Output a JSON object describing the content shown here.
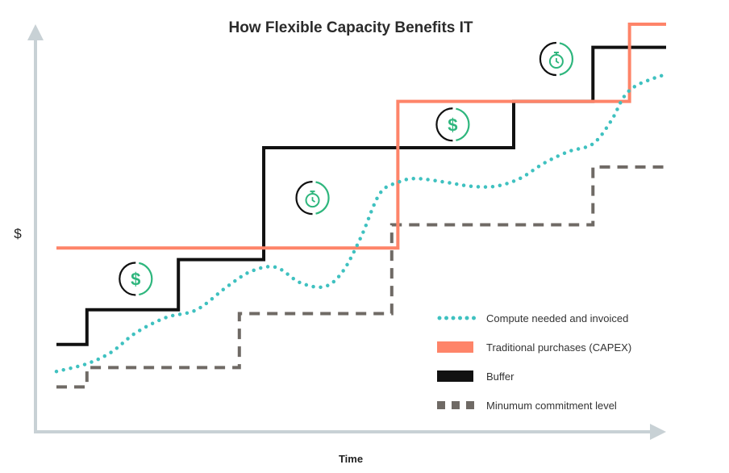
{
  "chart_data": {
    "type": "line",
    "title": "How Flexible Capacity Benefits IT",
    "xlabel": "Time",
    "ylabel": "$",
    "xlim": [
      0,
      100
    ],
    "ylim": [
      0,
      100
    ],
    "grid": false,
    "legend_placement": "bottom-right",
    "tick_labels": "none",
    "series": [
      {
        "name": "Compute needed and invoiced",
        "style": "dotted",
        "color": "#3fc1c0",
        "points": [
          [
            0,
            10
          ],
          [
            5,
            12
          ],
          [
            9,
            15
          ],
          [
            13,
            20
          ],
          [
            18,
            24
          ],
          [
            23,
            26
          ],
          [
            28,
            32
          ],
          [
            32,
            36
          ],
          [
            36,
            37
          ],
          [
            40,
            33
          ],
          [
            44,
            32
          ],
          [
            47,
            36
          ],
          [
            50,
            45
          ],
          [
            53,
            56
          ],
          [
            56,
            59
          ],
          [
            59,
            60
          ],
          [
            64,
            59
          ],
          [
            68,
            58
          ],
          [
            72,
            58
          ],
          [
            76,
            60
          ],
          [
            80,
            64
          ],
          [
            84,
            67
          ],
          [
            88,
            69
          ],
          [
            91,
            75
          ],
          [
            93,
            81
          ],
          [
            95,
            84
          ],
          [
            98,
            86
          ],
          [
            100,
            87
          ]
        ]
      },
      {
        "name": "Traditional purchases (CAPEX)",
        "style": "step",
        "color": "#fe8469",
        "points": [
          [
            0,
            42
          ],
          [
            56,
            42
          ],
          [
            56,
            80
          ],
          [
            94,
            80
          ],
          [
            94,
            100
          ],
          [
            100,
            100
          ]
        ]
      },
      {
        "name": "Buffer",
        "style": "step",
        "color": "#111111",
        "points": [
          [
            0,
            17
          ],
          [
            5,
            17
          ],
          [
            5,
            26
          ],
          [
            20,
            26
          ],
          [
            20,
            39
          ],
          [
            34,
            39
          ],
          [
            34,
            68
          ],
          [
            75,
            68
          ],
          [
            75,
            80
          ],
          [
            88,
            80
          ],
          [
            88,
            94
          ],
          [
            100,
            94
          ]
        ]
      },
      {
        "name": "Minumum commitment level",
        "style": "dashed-step",
        "color": "#6f6a65",
        "points": [
          [
            0,
            6
          ],
          [
            5,
            6
          ],
          [
            5,
            11
          ],
          [
            30,
            11
          ],
          [
            30,
            25
          ],
          [
            55,
            25
          ],
          [
            55,
            48
          ],
          [
            88,
            48
          ],
          [
            88,
            63
          ],
          [
            100,
            63
          ]
        ]
      }
    ],
    "annotations": [
      {
        "icon": "dollar-circle-icon",
        "at": [
          13,
          34
        ],
        "color": "#2eb67d"
      },
      {
        "icon": "stopwatch-icon",
        "at": [
          42,
          55
        ],
        "color": "#2eb67d"
      },
      {
        "icon": "dollar-circle-icon",
        "at": [
          65,
          74
        ],
        "color": "#2eb67d"
      },
      {
        "icon": "stopwatch-icon",
        "at": [
          82,
          91
        ],
        "color": "#2eb67d"
      }
    ],
    "axis_color": "#c8d1d5"
  }
}
